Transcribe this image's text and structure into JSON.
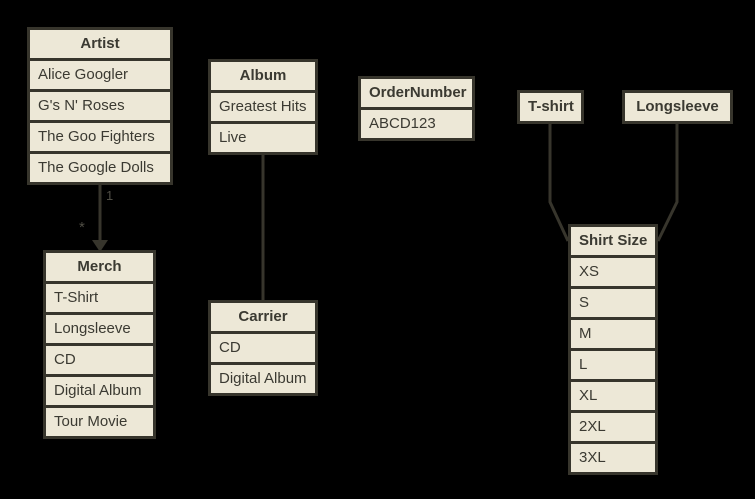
{
  "colors": {
    "background": "#000000",
    "box_fill": "#EDE8D7",
    "border": "#37352C",
    "text": "#3B3A32",
    "connector": "#37352C",
    "label": "#504E45"
  },
  "tables": [
    {
      "id": "artist",
      "header": "Artist",
      "rows": [
        "Alice Googler",
        "G's N' Roses",
        "The Goo Fighters",
        "The Google Dolls"
      ]
    },
    {
      "id": "merch",
      "header": "Merch",
      "rows": [
        "T-Shirt",
        "Longsleeve",
        "CD",
        "Digital Album",
        "Tour Movie"
      ]
    },
    {
      "id": "album",
      "header": "Album",
      "rows": [
        "Greatest Hits",
        "Live"
      ]
    },
    {
      "id": "carrier",
      "header": "Carrier",
      "rows": [
        "CD",
        "Digital Album"
      ]
    },
    {
      "id": "ordernumber",
      "header": "OrderNumber",
      "rows": [
        "ABCD123"
      ]
    },
    {
      "id": "tshirt",
      "header": "T-shirt",
      "rows": []
    },
    {
      "id": "longsleeve",
      "header": "Longsleeve",
      "rows": []
    },
    {
      "id": "shirtsize",
      "header": "Shirt Size",
      "rows": [
        "XS",
        "S",
        "M",
        "L",
        "XL",
        "2XL",
        "3XL"
      ]
    }
  ],
  "connectors": [
    {
      "from": "Artist",
      "to": "Merch",
      "style": "arrow",
      "label_source": "1",
      "label_target": "*"
    },
    {
      "from": "Album",
      "to": "Carrier",
      "style": "line"
    },
    {
      "from": "T-shirt",
      "to": "Shirt Size",
      "style": "bent-line"
    },
    {
      "from": "Longsleeve",
      "to": "Shirt Size",
      "style": "bent-line"
    }
  ]
}
